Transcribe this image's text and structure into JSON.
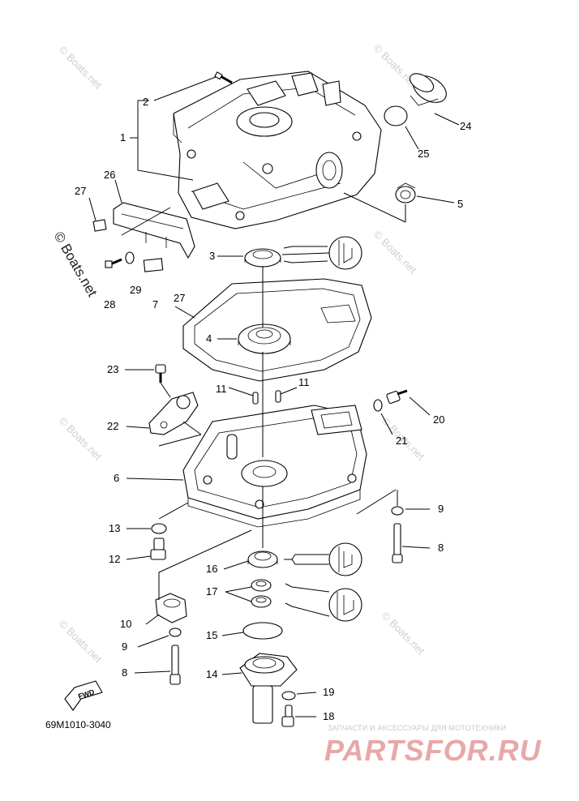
{
  "diagram": {
    "drawing_code": "69M1010-3040",
    "watermark_text": "© Boats.net",
    "large_watermark_text": "© Boats.net",
    "fwd_label": "FWD",
    "brand_tagline": "ЗАПЧАСТИ И АКСЕССУАРЫ ДЛЯ МОТОТЕХНИКИ",
    "brand_logo": "PARTSFOR.RU",
    "callouts": {
      "c1": "1",
      "c2": "2",
      "c3": "3",
      "c4": "4",
      "c5": "5",
      "c6": "6",
      "c7": "7",
      "c8a": "8",
      "c8b": "8",
      "c9a": "9",
      "c9b": "9",
      "c10": "10",
      "c11a": "11",
      "c11b": "11",
      "c12": "12",
      "c13": "13",
      "c14": "14",
      "c15": "15",
      "c16": "16",
      "c17": "17",
      "c18": "18",
      "c19": "19",
      "c20": "20",
      "c21": "21",
      "c22": "22",
      "c23": "23",
      "c24": "24",
      "c25": "25",
      "c26": "26",
      "c27a": "27",
      "c27b": "27",
      "c28": "28",
      "c29": "29"
    }
  }
}
